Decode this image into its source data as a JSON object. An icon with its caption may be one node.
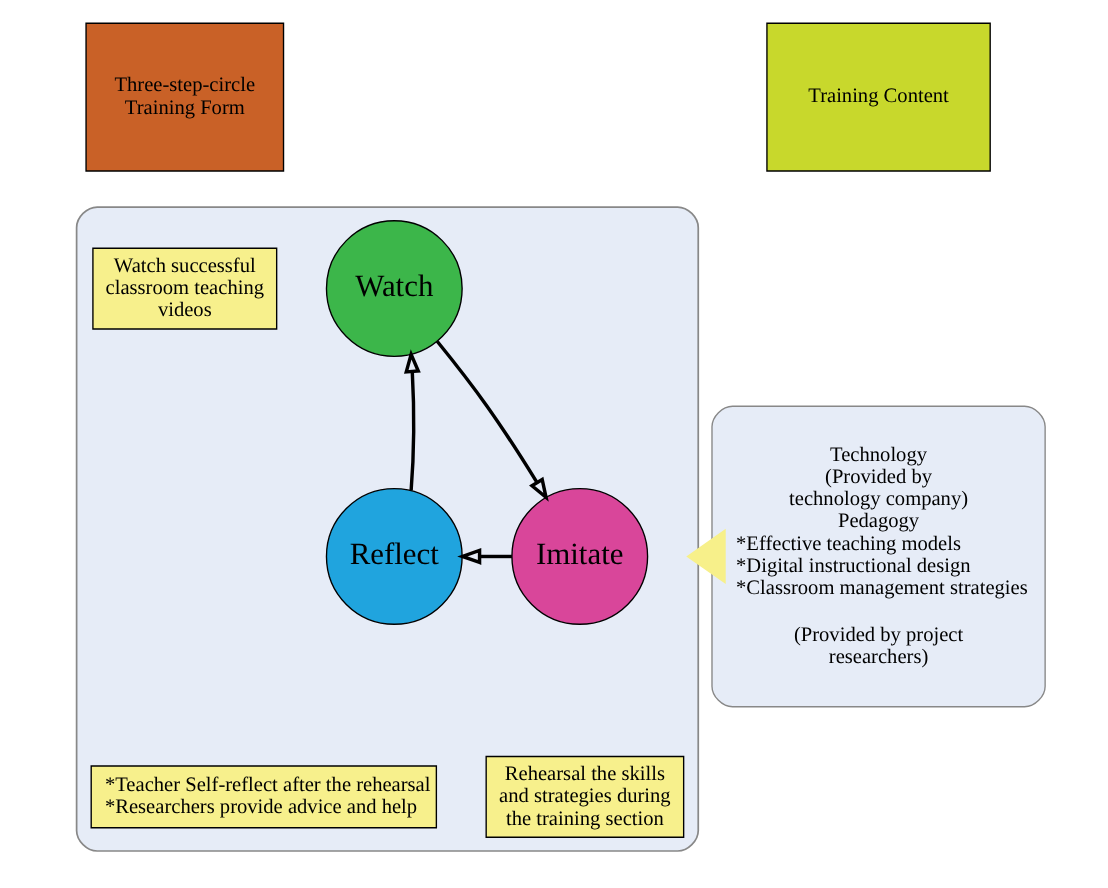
{
  "diagram": {
    "nodes": [
      {
        "text": [
          "Three-step-circle Training Form"
        ]
      },
      {
        "text": [
          "Training Content"
        ]
      },
      {
        "text": [],
        "shape": "box"
      },
      {
        "text": [
          "Watch successful classroom teaching videos"
        ],
        "in": 2
      },
      {
        "text": [
          "Watch"
        ],
        "in": 2
      },
      {
        "text": [
          "Reflect"
        ],
        "in": 2
      },
      {
        "text": [
          "Imitate"
        ],
        "in": 2
      },
      {
        "text": [
          "*Teacher Self-reflect after the rehearsal *Researchers provide advice and help"
        ],
        "in": 2
      },
      {
        "text": [
          "Rehearsal the skills and strategies during the training section"
        ],
        "in": 2
      },
      {
        "text": [
          "Technology",
          "(Provided by technology company)",
          "Pedagogy",
          "*Effective teaching models *Digital instructional design *Classroom management strategies",
          "(Provided by project researchers)"
        ]
      }
    ],
    "edges": [
      {
        "from": 4,
        "to": 6,
        "arrow": "to"
      },
      {
        "from": 6,
        "to": 5,
        "arrow": "to"
      },
      {
        "from": 5,
        "to": 4,
        "arrow": "to"
      },
      {
        "from": 9,
        "to": 2,
        "arrow": "to",
        "style": "thick",
        "color": "#f7f08a"
      }
    ]
  }
}
